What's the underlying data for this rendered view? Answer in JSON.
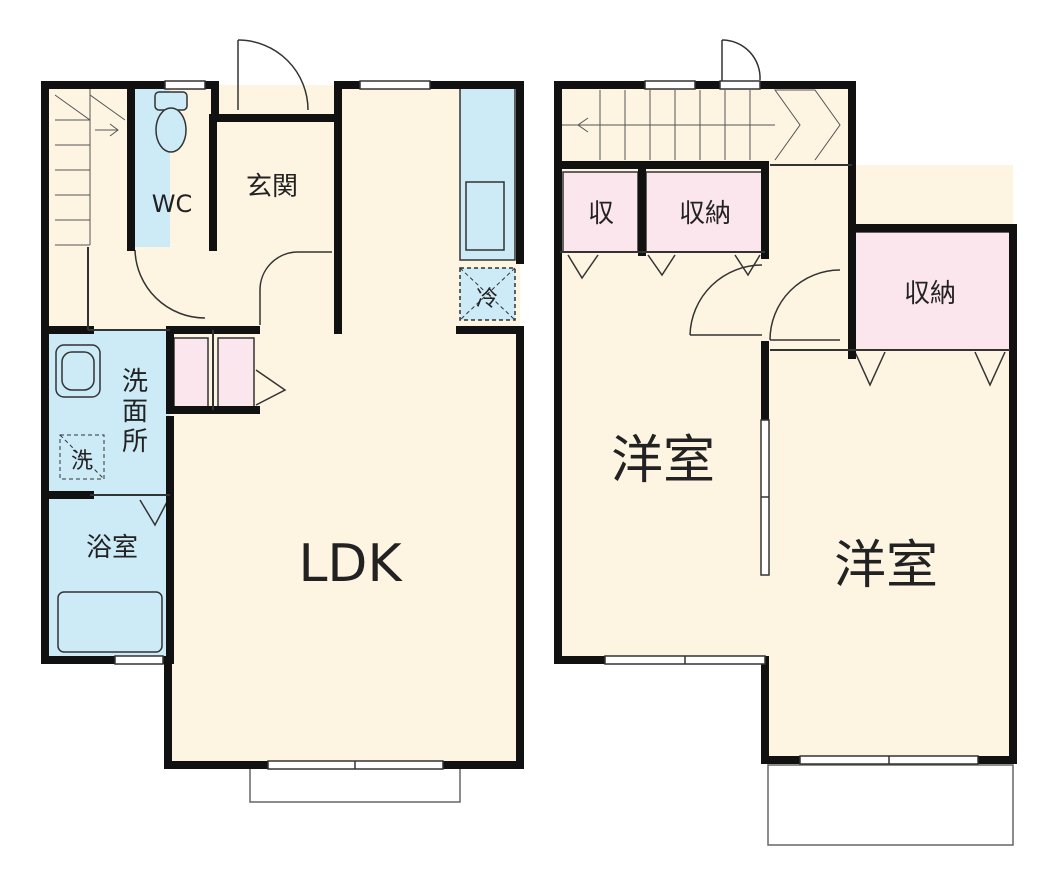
{
  "floor_plan": {
    "rooms": {
      "wc": "WC",
      "genkan": "玄関",
      "senmenjo": [
        "洗",
        "面",
        "所"
      ],
      "washer": "洗",
      "bath": "浴室",
      "fridge": "冷",
      "ldk": "LDK",
      "shu": "収",
      "shuno_1": "収納",
      "shuno_2": "収納",
      "youshitsu_1": "洋室",
      "youshitsu_2": "洋室"
    },
    "colors": {
      "room_floor": "#fdf5e2",
      "wet_area": "#cdeaf7",
      "storage": "#fce6ee",
      "wall": "#111111"
    }
  }
}
